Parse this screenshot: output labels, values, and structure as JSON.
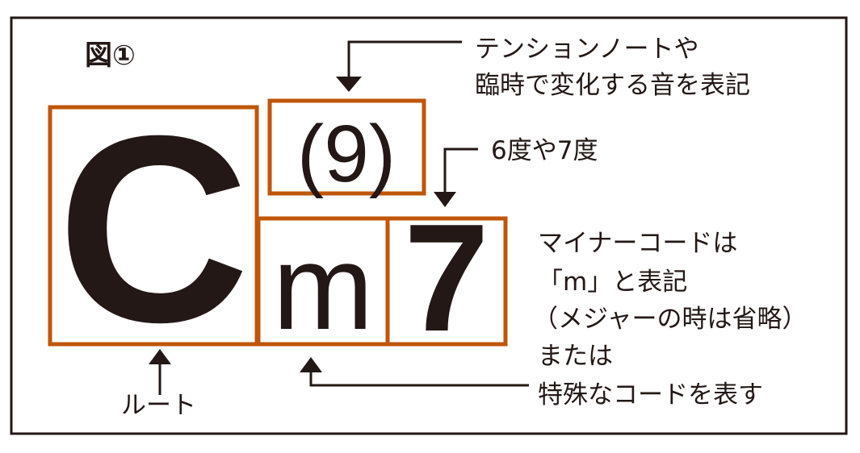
{
  "figure_label": "図①",
  "chord": {
    "root": "C",
    "quality": "m",
    "seventh": "7",
    "tension": "(9)"
  },
  "annotations": {
    "tension_line1": "テンションノートや",
    "tension_line2": "臨時で変化する音を表記",
    "seventh": "6度や7度",
    "root": "ルート",
    "quality_lines": [
      "マイナーコードは",
      "「m」と表記",
      "（メジャーの時は省略）",
      "または",
      "特殊なコードを表す"
    ]
  },
  "colors": {
    "box": "#c0560a",
    "ink": "#231815"
  }
}
